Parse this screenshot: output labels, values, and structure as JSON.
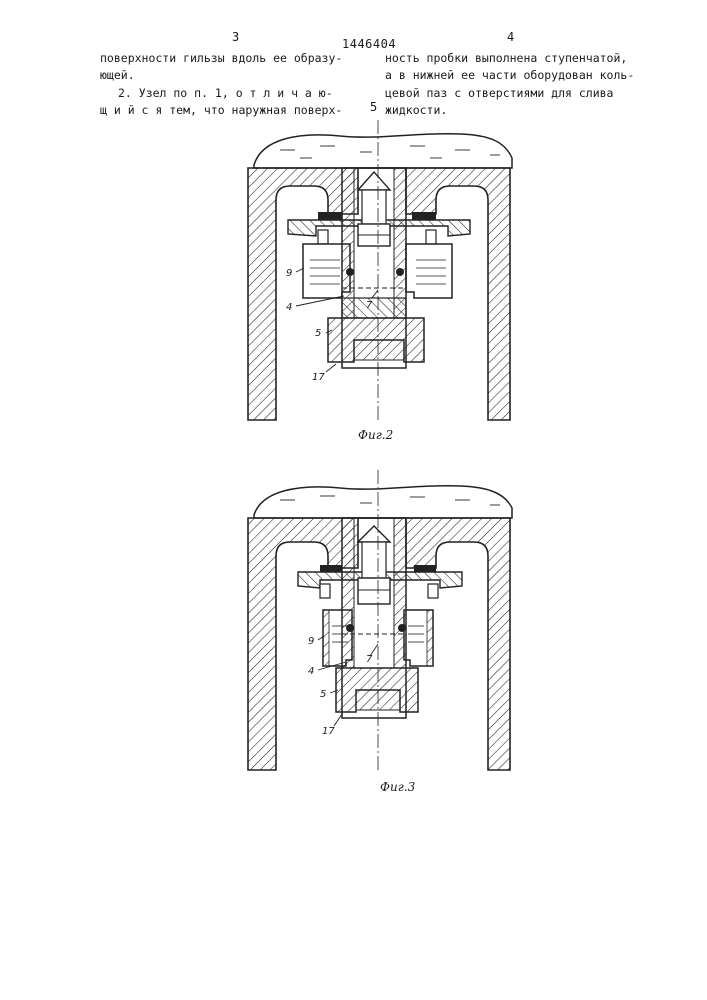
{
  "header": {
    "page_left": "3",
    "page_right": "4",
    "doc_number": "1446404",
    "margin_num": "5"
  },
  "left_column": [
    "поверхности гильзы вдоль ее образу-",
    "ющей.",
    "2. Узел по п. 1, о т л и ч а ю-",
    "щ и й с я  тем, что наружная поверх-"
  ],
  "right_column": [
    "ность пробки выполнена ступенчатой,",
    "а в нижней ее части оборудован коль-",
    "цевой паз с отверстиями для слива",
    "жидкости."
  ],
  "fig2": {
    "caption": "Фиг.2",
    "labels": [
      "9",
      "4",
      "7",
      "5",
      "17"
    ]
  },
  "fig3": {
    "caption": "Фиг.3",
    "labels": [
      "9",
      "4",
      "7",
      "5",
      "17"
    ]
  }
}
